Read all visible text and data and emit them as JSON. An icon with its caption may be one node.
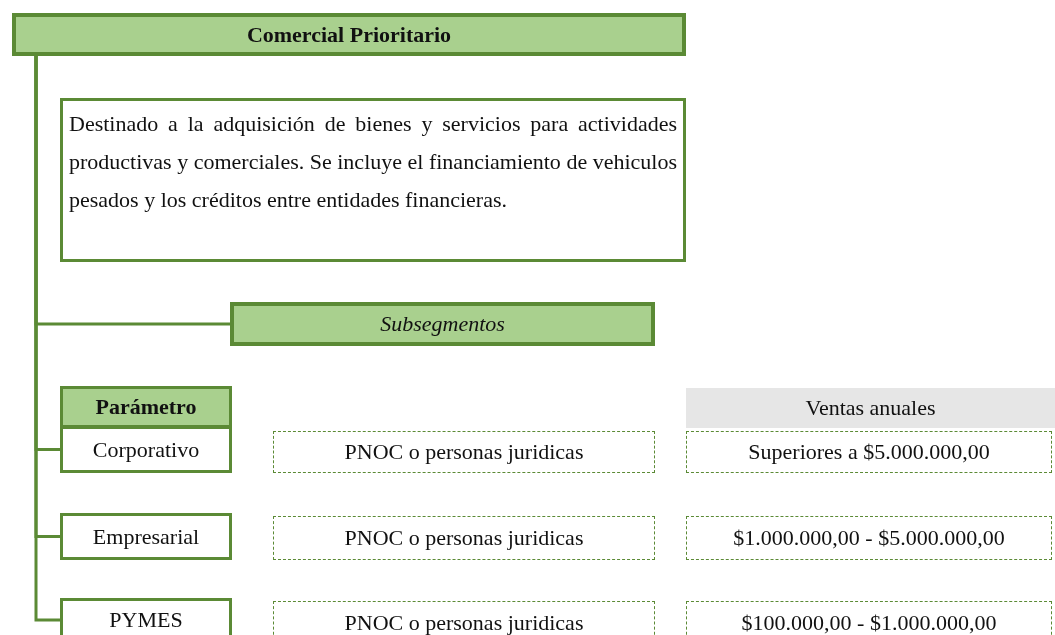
{
  "diagram": {
    "nodes": [
      {
        "text": [
          "Comercial Prioritario"
        ]
      },
      {
        "text": [
          "Destinado a la adquisición de bienes y servicios para actividades productivas y comerciales. Se incluye el financiamiento de vehiculos pesados y los créditos entre entidades financieras."
        ]
      },
      {
        "text": [
          "Subsegmentos"
        ]
      },
      {
        "text": [
          "Parámetro"
        ]
      },
      {
        "text": [
          "Corporativo"
        ]
      },
      {
        "text": [
          "PNOC o personas juridicas"
        ]
      },
      {
        "text": [
          "Ventas anuales"
        ]
      },
      {
        "text": [
          "Superiores a $5.000.000,00"
        ]
      },
      {
        "text": [
          "Empresarial"
        ]
      },
      {
        "text": [
          "PNOC o personas juridicas"
        ]
      },
      {
        "text": [
          "$1.000.000,00 - $5.000.000,00"
        ]
      },
      {
        "text": [
          "PYMES"
        ]
      },
      {
        "text": [
          "PNOC o personas juridicas"
        ]
      },
      {
        "text": [
          "$100.000,00 - $1.000.000,00"
        ]
      }
    ],
    "edges": [
      {
        "from": 0,
        "to": 2,
        "arrow": "none"
      },
      {
        "from": 0,
        "to": 4,
        "arrow": "none"
      },
      {
        "from": 0,
        "to": 8,
        "arrow": "none"
      },
      {
        "from": 0,
        "to": 11,
        "arrow": "none"
      }
    ]
  }
}
